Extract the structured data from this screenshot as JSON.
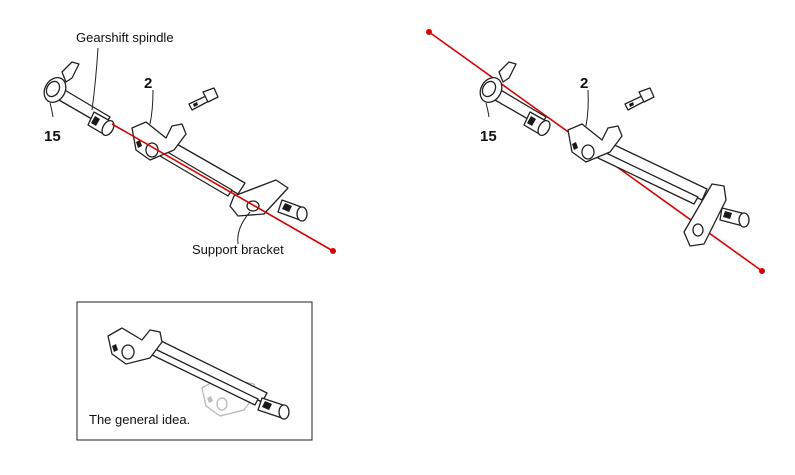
{
  "left_figure": {
    "gearshift_spindle_label": "Gearshift spindle",
    "part_number_15": "15",
    "part_number_2": "2",
    "support_bracket_label": "Support  bracket"
  },
  "right_figure": {
    "part_number_15": "15",
    "part_number_2": "2"
  },
  "inset": {
    "caption": "The general idea."
  },
  "colors": {
    "axis_line": "#dd0000",
    "line_art": "#222222",
    "ghost_art": "#b8b8b8"
  }
}
